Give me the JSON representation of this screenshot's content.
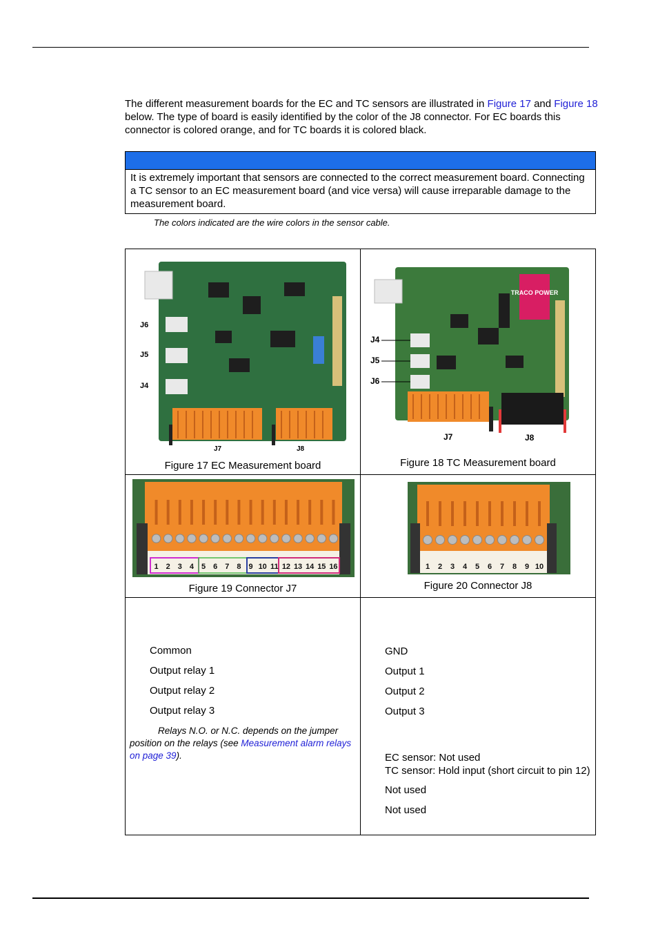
{
  "intro": {
    "text_a": "The different measurement boards for the EC and TC sensors are illustrated in ",
    "link_fig17": "Figure 17",
    "text_b": " and ",
    "link_fig18": "Figure 18",
    "text_c": " below. The type of board is easily identified by the color of the J8 connector. For EC boards this connector is colored orange, and for TC boards it is colored black."
  },
  "notice": {
    "text": "It is extremely important that sensors are connected to the correct measurement board. Connecting a TC sensor to an EC measurement board (and vice versa) will cause irreparable damage to the measurement board.",
    "bar_color": "#1d6ee8"
  },
  "wire_note": "The colors indicated are the wire colors in the sensor cable.",
  "figures": {
    "ec_board": {
      "caption": "Figure 17  EC Measurement board",
      "labels": [
        "J6",
        "J5",
        "J4",
        "J7",
        "J8"
      ]
    },
    "tc_board": {
      "caption": "Figure 18  TC Measurement board",
      "labels": [
        "J4",
        "J5",
        "J6",
        "J7",
        "J8"
      ],
      "module_text": "TRACO POWER"
    },
    "j7": {
      "caption": "Figure 19  Connector J7",
      "pins": [
        "1",
        "2",
        "3",
        "4",
        "5",
        "6",
        "7",
        "8",
        "9",
        "10",
        "11",
        "12",
        "13",
        "14",
        "15",
        "16"
      ]
    },
    "j8": {
      "caption": "Figure 20  Connector J8",
      "pins": [
        "1",
        "2",
        "3",
        "4",
        "5",
        "6",
        "7",
        "8",
        "9",
        "10"
      ]
    }
  },
  "j7_pins": [
    "Common",
    "Output relay 1",
    "Output relay 2",
    "Output relay 3"
  ],
  "relay_note": {
    "text": "Relays N.O. or N.C. depends on the jumper position on the relays (see ",
    "link": "Measurement alarm relays on page 39",
    "end": ")."
  },
  "j8_pins": {
    "gnd": "GND",
    "out1": "Output 1",
    "out2": "Output 2",
    "out3": "Output 3",
    "ec_sensor": "EC sensor: Not used",
    "tc_sensor": "TC sensor: Hold input (short circuit to pin 12)",
    "nu1": "Not used",
    "nu2": "Not used"
  }
}
